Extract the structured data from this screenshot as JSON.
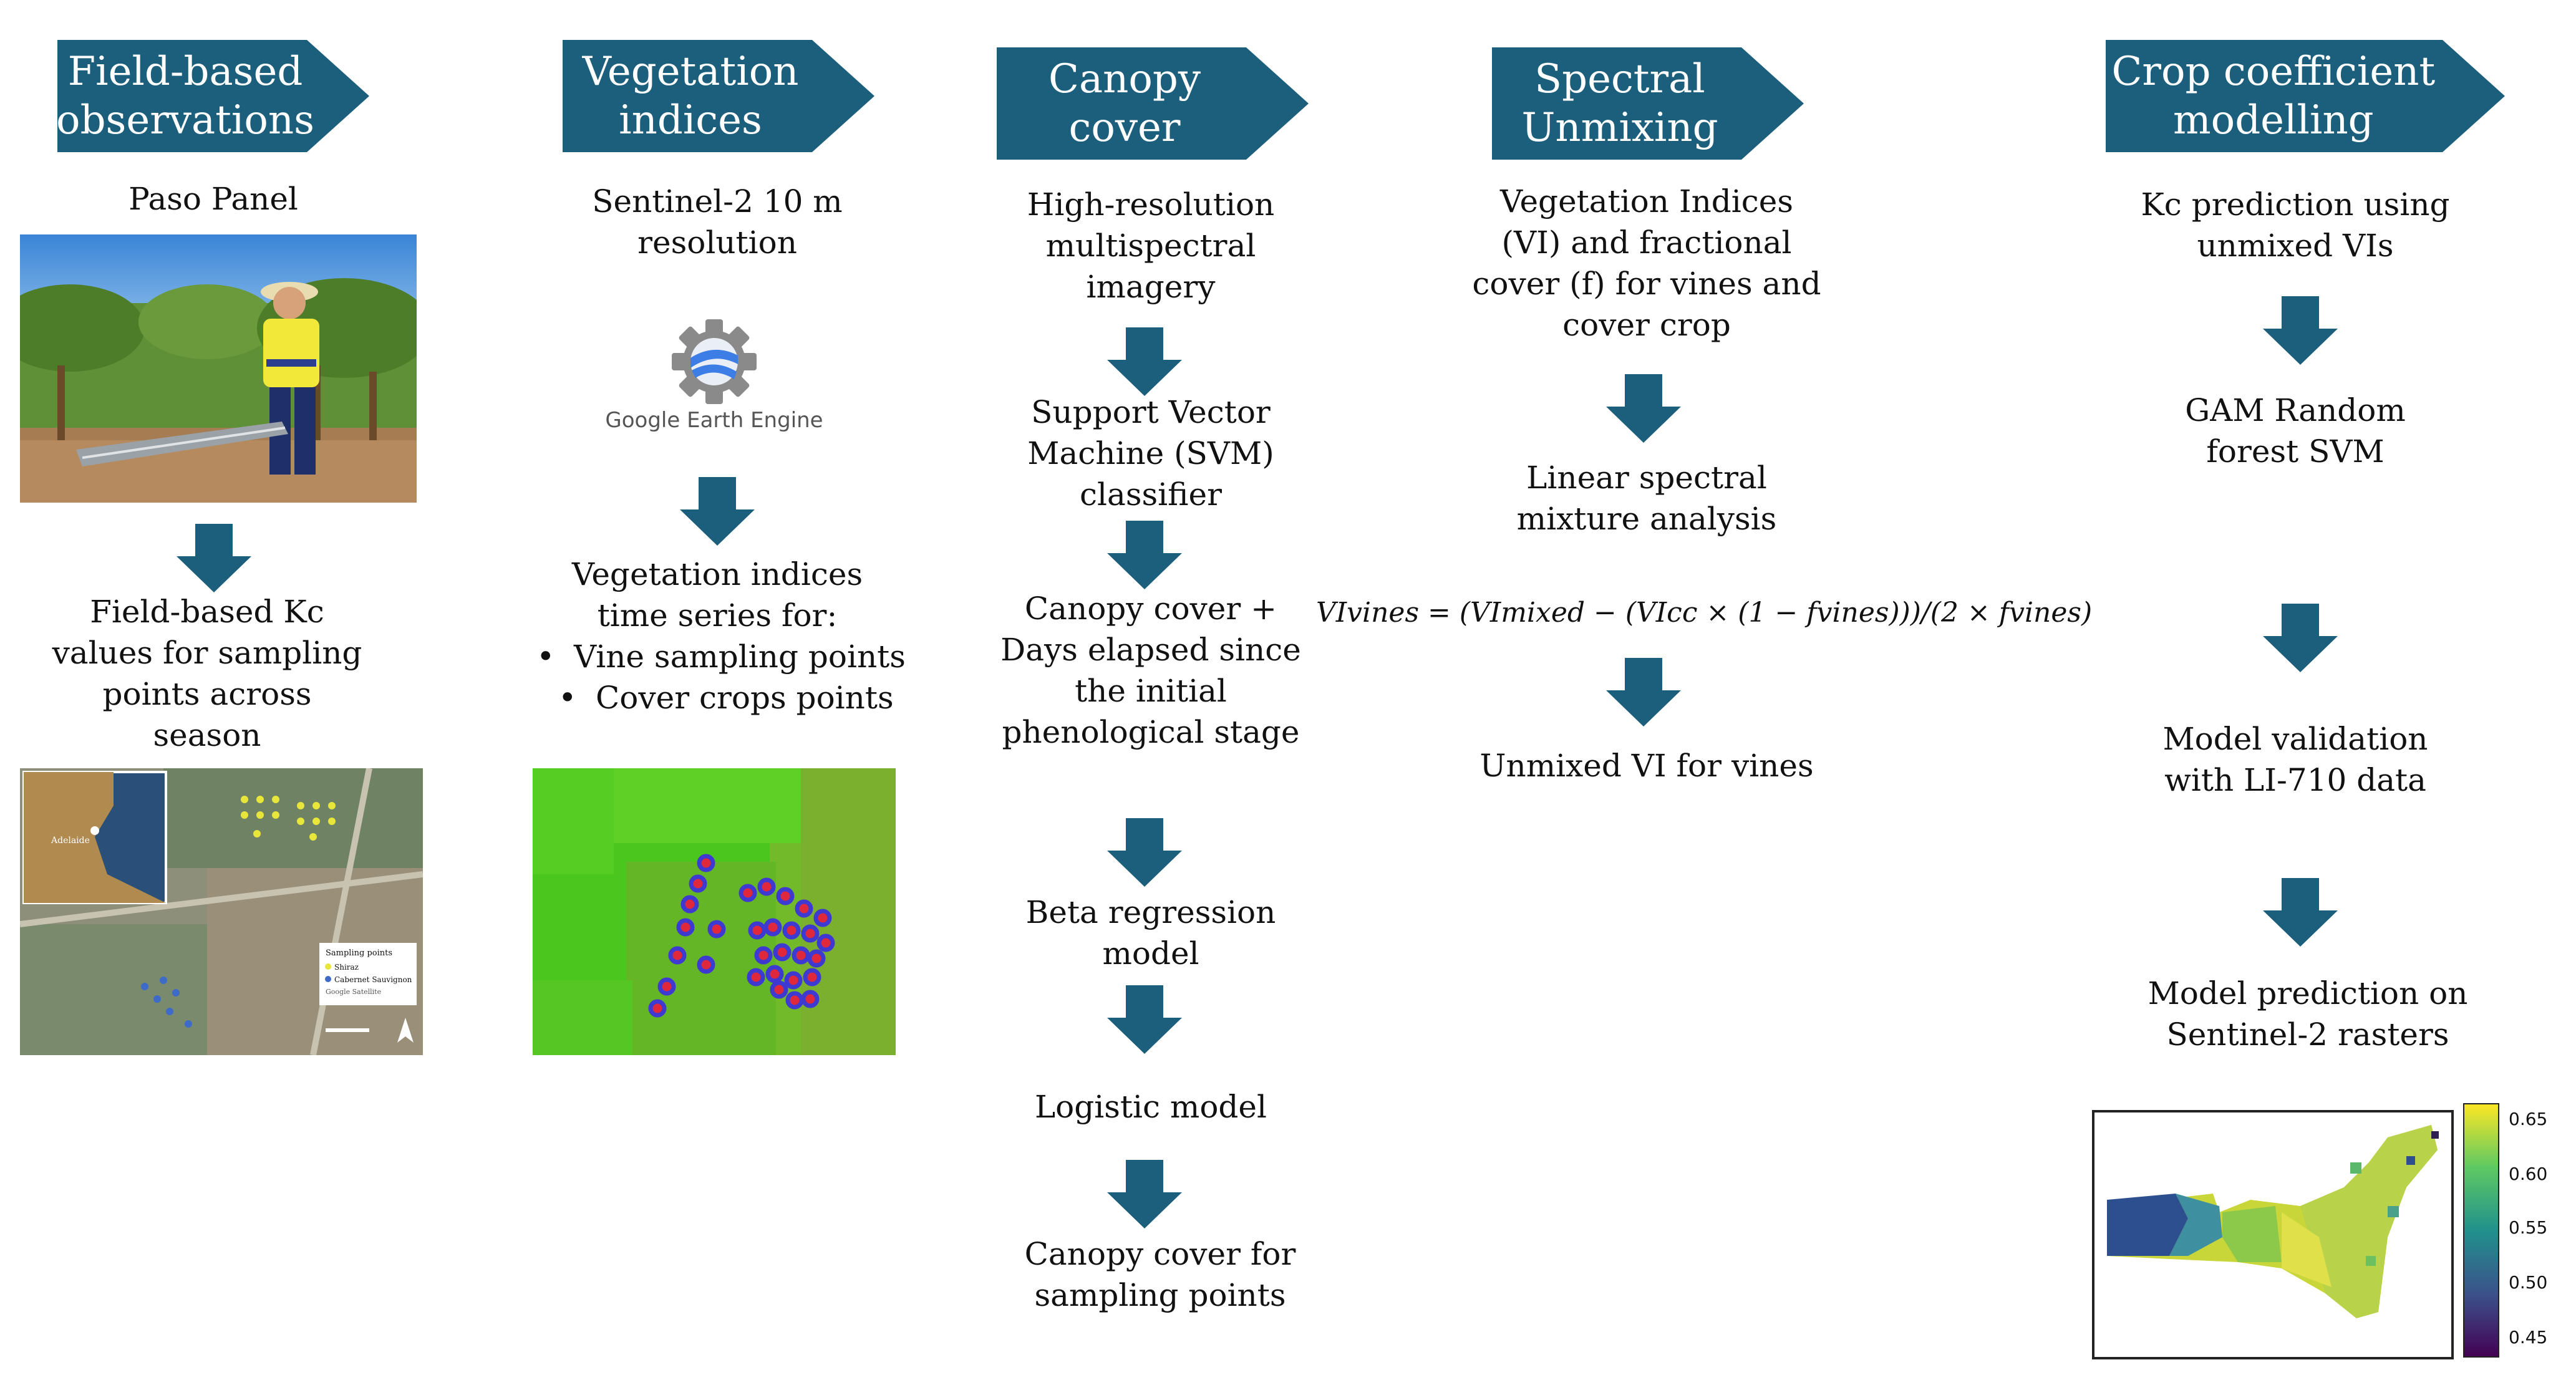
{
  "columns": [
    {
      "header": "Field-based observations",
      "subtitle": "Paso Panel",
      "steps": [
        "Field-based Kc values for sampling points across season"
      ],
      "map_labels": [
        "Adelaide",
        "Sampling points",
        "Shiraz",
        "Cabernet Sauvignon",
        "Google Satellite"
      ]
    },
    {
      "header": "Vegetation indices",
      "subtitle": "Sentinel-2 10 m resolution",
      "logo_text": "Google Earth Engine",
      "steps_intro": "Vegetation indices time series for:",
      "bullets": [
        "Vine sampling points",
        "Cover crops points"
      ]
    },
    {
      "header": "Canopy cover",
      "steps": [
        "High-resolution multispectral imagery",
        "Support Vector Machine (SVM) classifier",
        "Canopy cover + Days elapsed since the initial phenological stage",
        "Beta regression model",
        "Logistic model",
        "Canopy cover for sampling points"
      ]
    },
    {
      "header": "Spectral Unmixing",
      "steps": [
        "Vegetation Indices (VI) and fractional cover (f) for vines and cover crop",
        "Linear spectral mixture analysis",
        "Unmixed VI for vines"
      ],
      "equation": "VIvines = (VImixed − (VIcc × (1 − fvines)))/(2 × fvines)"
    },
    {
      "header": "Crop coefficient modelling",
      "steps": [
        "Kc prediction using unmixed VIs",
        "GAM Random forest SVM",
        "Model validation with LI-710 data",
        "Model prediction on Sentinel-2 rasters"
      ],
      "colorbar_ticks": [
        "0.65",
        "0.60",
        "0.55",
        "0.50",
        "0.45"
      ]
    }
  ],
  "colors": {
    "header": "#1c5f7d",
    "arrow": "#1c5f7d",
    "text": "#111111",
    "field_bg": "#4bc61e",
    "point_fill": "#e0283c",
    "point_ring": "#3e3ad1"
  }
}
